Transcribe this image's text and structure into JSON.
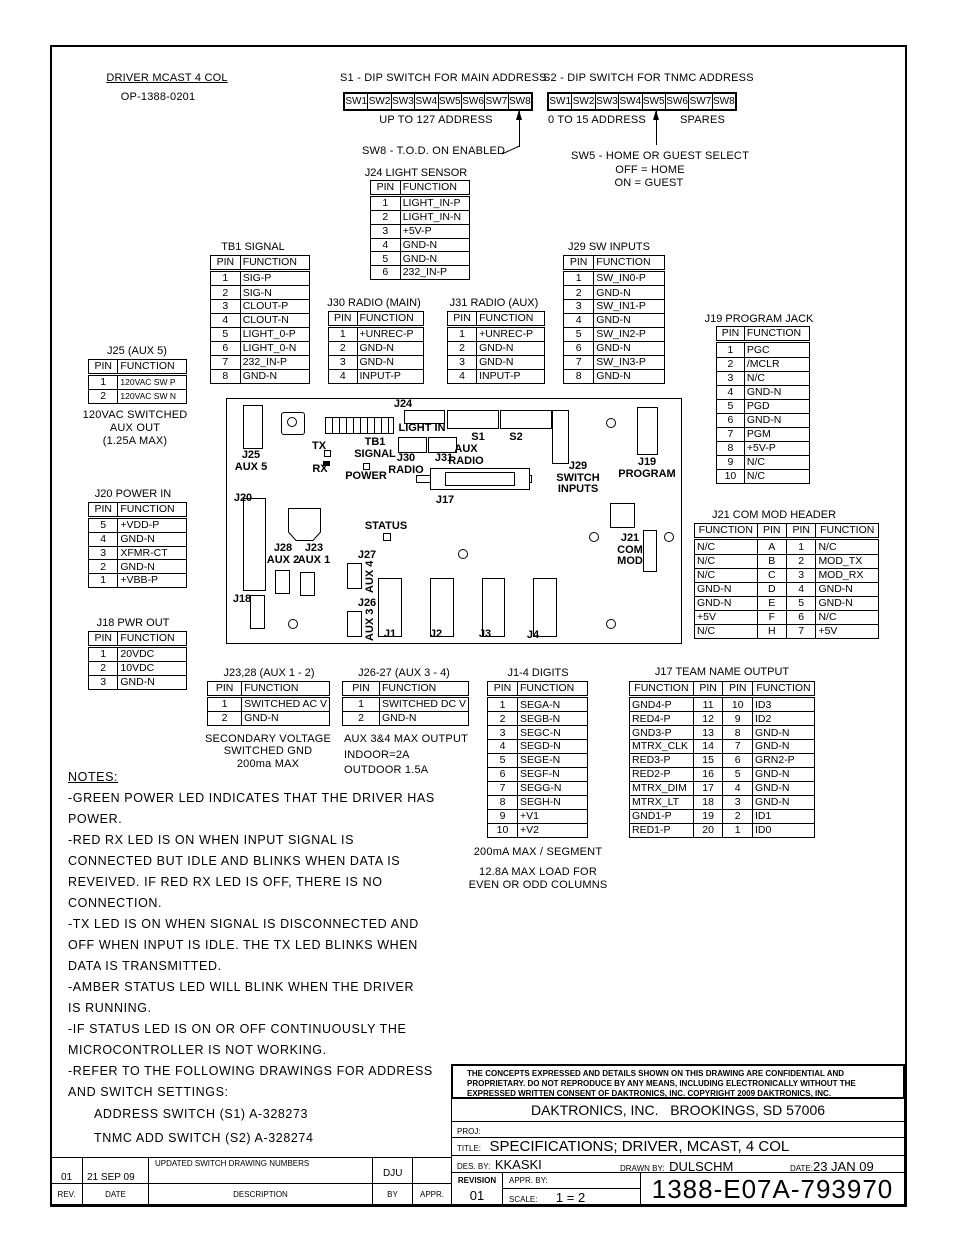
{
  "header": {
    "title": "DRIVER MCAST 4 COL",
    "part_number": "OP-1388-0201"
  },
  "s1": {
    "title": "S1 - DIP SWITCH FOR MAIN ADDRESS",
    "switches": [
      "SW1",
      "SW2",
      "SW3",
      "SW4",
      "SW5",
      "SW6",
      "SW7",
      "SW8"
    ],
    "note": "UP TO 127 ADDRESS",
    "sw8_note": "SW8 - T.O.D.  ON ENABLED"
  },
  "s2": {
    "title": "S2 - DIP SWITCH FOR TNMC ADDRESS",
    "switches": [
      "SW1",
      "SW2",
      "SW3",
      "SW4",
      "SW5",
      "SW6",
      "SW7",
      "SW8"
    ],
    "note_left": "0 TO 15 ADDRESS",
    "note_right": "SPARES",
    "sw5_note": "SW5 - HOME OR GUEST SELECT",
    "off": "OFF = HOME",
    "on": "ON = GUEST"
  },
  "tables": {
    "j24": {
      "title": "J24 LIGHT SENSOR",
      "headers": [
        "PIN",
        "FUNCTION"
      ],
      "rows": [
        [
          "1",
          "LIGHT_IN-P"
        ],
        [
          "2",
          "LIGHT_IN-N"
        ],
        [
          "3",
          "+5V-P"
        ],
        [
          "4",
          "GND-N"
        ],
        [
          "5",
          "GND-N"
        ],
        [
          "6",
          "232_IN-P"
        ]
      ]
    },
    "tb1": {
      "title": "TB1 SIGNAL",
      "headers": [
        "PIN",
        "FUNCTION"
      ],
      "rows": [
        [
          "1",
          "SIG-P"
        ],
        [
          "2",
          "SIG-N"
        ],
        [
          "3",
          "CLOUT-P"
        ],
        [
          "4",
          "CLOUT-N"
        ],
        [
          "5",
          "LIGHT_0-P"
        ],
        [
          "6",
          "LIGHT_0-N"
        ],
        [
          "7",
          "232_IN-P"
        ],
        [
          "8",
          "GND-N"
        ]
      ]
    },
    "j30": {
      "title": "J30 RADIO (MAIN)",
      "headers": [
        "PIN",
        "FUNCTION"
      ],
      "rows": [
        [
          "1",
          "+UNREC-P"
        ],
        [
          "2",
          "GND-N"
        ],
        [
          "3",
          "GND-N"
        ],
        [
          "4",
          "INPUT-P"
        ]
      ]
    },
    "j31": {
      "title": "J31 RADIO (AUX)",
      "headers": [
        "PIN",
        "FUNCTION"
      ],
      "rows": [
        [
          "1",
          "+UNREC-P"
        ],
        [
          "2",
          "GND-N"
        ],
        [
          "3",
          "GND-N"
        ],
        [
          "4",
          "INPUT-P"
        ]
      ]
    },
    "j29": {
      "title": "J29 SW INPUTS",
      "headers": [
        "PIN",
        "FUNCTION"
      ],
      "rows": [
        [
          "1",
          "SW_IN0-P"
        ],
        [
          "2",
          "GND-N"
        ],
        [
          "3",
          "SW_IN1-P"
        ],
        [
          "4",
          "GND-N"
        ],
        [
          "5",
          "SW_IN2-P"
        ],
        [
          "6",
          "GND-N"
        ],
        [
          "7",
          "SW_IN3-P"
        ],
        [
          "8",
          "GND-N"
        ]
      ]
    },
    "j19": {
      "title": "J19 PROGRAM JACK",
      "headers": [
        "PIN",
        "FUNCTION"
      ],
      "rows": [
        [
          "1",
          "PGC"
        ],
        [
          "2",
          "/MCLR"
        ],
        [
          "3",
          "N/C"
        ],
        [
          "4",
          "GND-N"
        ],
        [
          "5",
          "PGD"
        ],
        [
          "6",
          "GND-N"
        ],
        [
          "7",
          "PGM"
        ],
        [
          "8",
          "+5V-P"
        ],
        [
          "9",
          "N/C"
        ],
        [
          "10",
          "N/C"
        ]
      ]
    },
    "j25": {
      "title": "J25 (AUX 5)",
      "headers": [
        "PIN",
        "FUNCTION"
      ],
      "rows": [
        [
          "1",
          "120VAC SW P"
        ],
        [
          "2",
          "120VAC SW N"
        ]
      ]
    },
    "j20": {
      "title": "J20 POWER IN",
      "headers": [
        "PIN",
        "FUNCTION"
      ],
      "rows": [
        [
          "5",
          "+VDD-P"
        ],
        [
          "4",
          "GND-N"
        ],
        [
          "3",
          "XFMR-CT"
        ],
        [
          "2",
          "GND-N"
        ],
        [
          "1",
          "+VBB-P"
        ]
      ]
    },
    "j18": {
      "title": "J18 PWR OUT",
      "headers": [
        "PIN",
        "FUNCTION"
      ],
      "rows": [
        [
          "1",
          "20VDC"
        ],
        [
          "2",
          "10VDC"
        ],
        [
          "3",
          "GND-N"
        ]
      ]
    },
    "j21": {
      "title": "J21 COM MOD HEADER",
      "headers": [
        "FUNCTION",
        "PIN",
        "PIN",
        "FUNCTION"
      ],
      "rows": [
        [
          "N/C",
          "A",
          "1",
          "N/C"
        ],
        [
          "N/C",
          "B",
          "2",
          "MOD_TX"
        ],
        [
          "N/C",
          "C",
          "3",
          "MOD_RX"
        ],
        [
          "GND-N",
          "D",
          "4",
          "GND-N"
        ],
        [
          "GND-N",
          "E",
          "5",
          "GND-N"
        ],
        [
          "+5V",
          "F",
          "6",
          "N/C"
        ],
        [
          "N/C",
          "H",
          "7",
          "+5V"
        ]
      ]
    },
    "j2328": {
      "title": "J23,28 (AUX 1 - 2)",
      "headers": [
        "PIN",
        "FUNCTION"
      ],
      "rows": [
        [
          "1",
          "SWITCHED AC V"
        ],
        [
          "2",
          "GND-N"
        ]
      ]
    },
    "j2627": {
      "title": "J26-27 (AUX 3 - 4)",
      "headers": [
        "PIN",
        "FUNCTION"
      ],
      "rows": [
        [
          "1",
          "SWITCHED DC V"
        ],
        [
          "2",
          "GND-N"
        ]
      ]
    },
    "j14": {
      "title": "J1-4 DIGITS",
      "headers": [
        "PIN",
        "FUNCTION"
      ],
      "rows": [
        [
          "1",
          "SEGA-N"
        ],
        [
          "2",
          "SEGB-N"
        ],
        [
          "3",
          "SEGC-N"
        ],
        [
          "4",
          "SEGD-N"
        ],
        [
          "5",
          "SEGE-N"
        ],
        [
          "6",
          "SEGF-N"
        ],
        [
          "7",
          "SEGG-N"
        ],
        [
          "8",
          "SEGH-N"
        ],
        [
          "9",
          "+V1"
        ],
        [
          "10",
          "+V2"
        ]
      ]
    },
    "j17": {
      "title": "J17 TEAM NAME OUTPUT",
      "headers": [
        "FUNCTION",
        "PIN",
        "PIN",
        "FUNCTION"
      ],
      "rows": [
        [
          "GND4-P",
          "11",
          "10",
          "ID3"
        ],
        [
          "RED4-P",
          "12",
          "9",
          "ID2"
        ],
        [
          "GND3-P",
          "13",
          "8",
          "GND-N"
        ],
        [
          "MTRX_CLK",
          "14",
          "7",
          "GND-N"
        ],
        [
          "RED3-P",
          "15",
          "6",
          "GRN2-P"
        ],
        [
          "RED2-P",
          "16",
          "5",
          "GND-N"
        ],
        [
          "MTRX_DIM",
          "17",
          "4",
          "GND-N"
        ],
        [
          "MTRX_LT",
          "18",
          "3",
          "GND-N"
        ],
        [
          "GND1-P",
          "19",
          "2",
          "ID1"
        ],
        [
          "RED1-P",
          "20",
          "1",
          "ID0"
        ]
      ]
    }
  },
  "table_notes": {
    "j25": [
      "120VAC SWITCHED",
      "AUX OUT",
      "(1.25A MAX)"
    ],
    "j2328": [
      "SECONDARY VOLTAGE",
      "SWITCHED GND",
      "200ma MAX"
    ],
    "j2627": [
      "AUX 3&4 MAX OUTPUT",
      "INDOOR=2A",
      "OUTDOOR 1.5A"
    ],
    "j14": [
      "200mA MAX / SEGMENT",
      "12.8A MAX LOAD FOR",
      "EVEN OR ODD COLUMNS"
    ]
  },
  "board": {
    "labels": {
      "j25": "J25\nAUX 5",
      "tb1": "TB1\nSIGNAL",
      "tx": "TX",
      "rx": "RX",
      "power": "POWER",
      "j24": "J24",
      "light_in": "LIGHT IN",
      "s1": "S1",
      "s2": "S2",
      "j30": "J30\nRADIO",
      "j31": "J31",
      "aux_radio": "AUX\nRADIO",
      "j17": "J17",
      "j29": "J29\nSWITCH\nINPUTS",
      "j19": "J19\nPROGRAM",
      "j20": "J20",
      "j28": "J28\nAUX 2",
      "j23": "J23\nAUX 1",
      "status": "STATUS",
      "j27": "J27",
      "aux4": "AUX 4",
      "j26": "J26",
      "aux3": "AUX 3",
      "j18": "J18",
      "j1": "J1",
      "j2": "J2",
      "j3": "J3",
      "j4": "J4",
      "j21": "J21\nCOM\nMOD"
    }
  },
  "notes": [
    "NOTES:",
    "-GREEN POWER LED INDICATES THAT THE DRIVER HAS",
    "POWER.",
    "-RED RX LED IS ON WHEN INPUT SIGNAL IS",
    "CONNECTED BUT IDLE AND BLINKS WHEN DATA IS",
    "REVEIVED. IF RED RX LED IS OFF, THERE IS NO",
    "CONNECTION.",
    "-TX LED IS ON WHEN SIGNAL IS DISCONNECTED AND",
    "OFF WHEN INPUT IS IDLE. THE TX LED BLINKS WHEN",
    "DATA IS TRANSMITTED.",
    "-AMBER STATUS LED WILL BLINK WHEN THE DRIVER",
    "IS RUNNING.",
    "-IF STATUS LED IS ON OR OFF CONTINUOUSLY THE",
    "MICROCONTROLLER IS NOT WORKING.",
    "-REFER TO THE FOLLOWING DRAWINGS FOR ADDRESS",
    "AND SWITCH SETTINGS:",
    "ADDRESS SWITCH (S1) A-328273",
    "TNMC ADD SWITCH (S2) A-328274"
  ],
  "revision_block": {
    "rev": "01",
    "date": "21 SEP 09",
    "description": "UPDATED SWITCH DRAWING NUMBERS",
    "by": "DJU",
    "appr": "",
    "headers": {
      "rev": "REV.",
      "date": "DATE",
      "description": "DESCRIPTION",
      "by": "BY",
      "appr": "APPR."
    }
  },
  "title_block": {
    "confidential": [
      "THE CONCEPTS EXPRESSED AND DETAILS SHOWN ON THIS DRAWING ARE CONFIDENTIAL AND",
      "PROPRIETARY. DO NOT REPRODUCE BY ANY MEANS, INCLUDING ELECTRONICALLY WITHOUT THE",
      "EXPRESSED WRITTEN CONSENT OF DAKTRONICS, INC.          COPYRIGHT 2009 DAKTRONICS, INC."
    ],
    "company": "DAKTRONICS, INC.   BROOKINGS, SD 57006",
    "proj_label": "PROJ:",
    "title_label": "TITLE:",
    "title": "SPECIFICATIONS; DRIVER, MCAST, 4 COL",
    "des_by_label": "DES. BY:",
    "des_by": "KKASKI",
    "drawn_by_label": "DRAWN BY:",
    "drawn_by": "DULSCHM",
    "date_label": "DATE:",
    "date": "23 JAN 09",
    "revision_label": "REVISION",
    "revision": "01",
    "appr_by_label": "APPR. BY:",
    "scale_label": "SCALE:",
    "scale": "1 = 2",
    "drawing_number": "1388-E07A-793970"
  }
}
